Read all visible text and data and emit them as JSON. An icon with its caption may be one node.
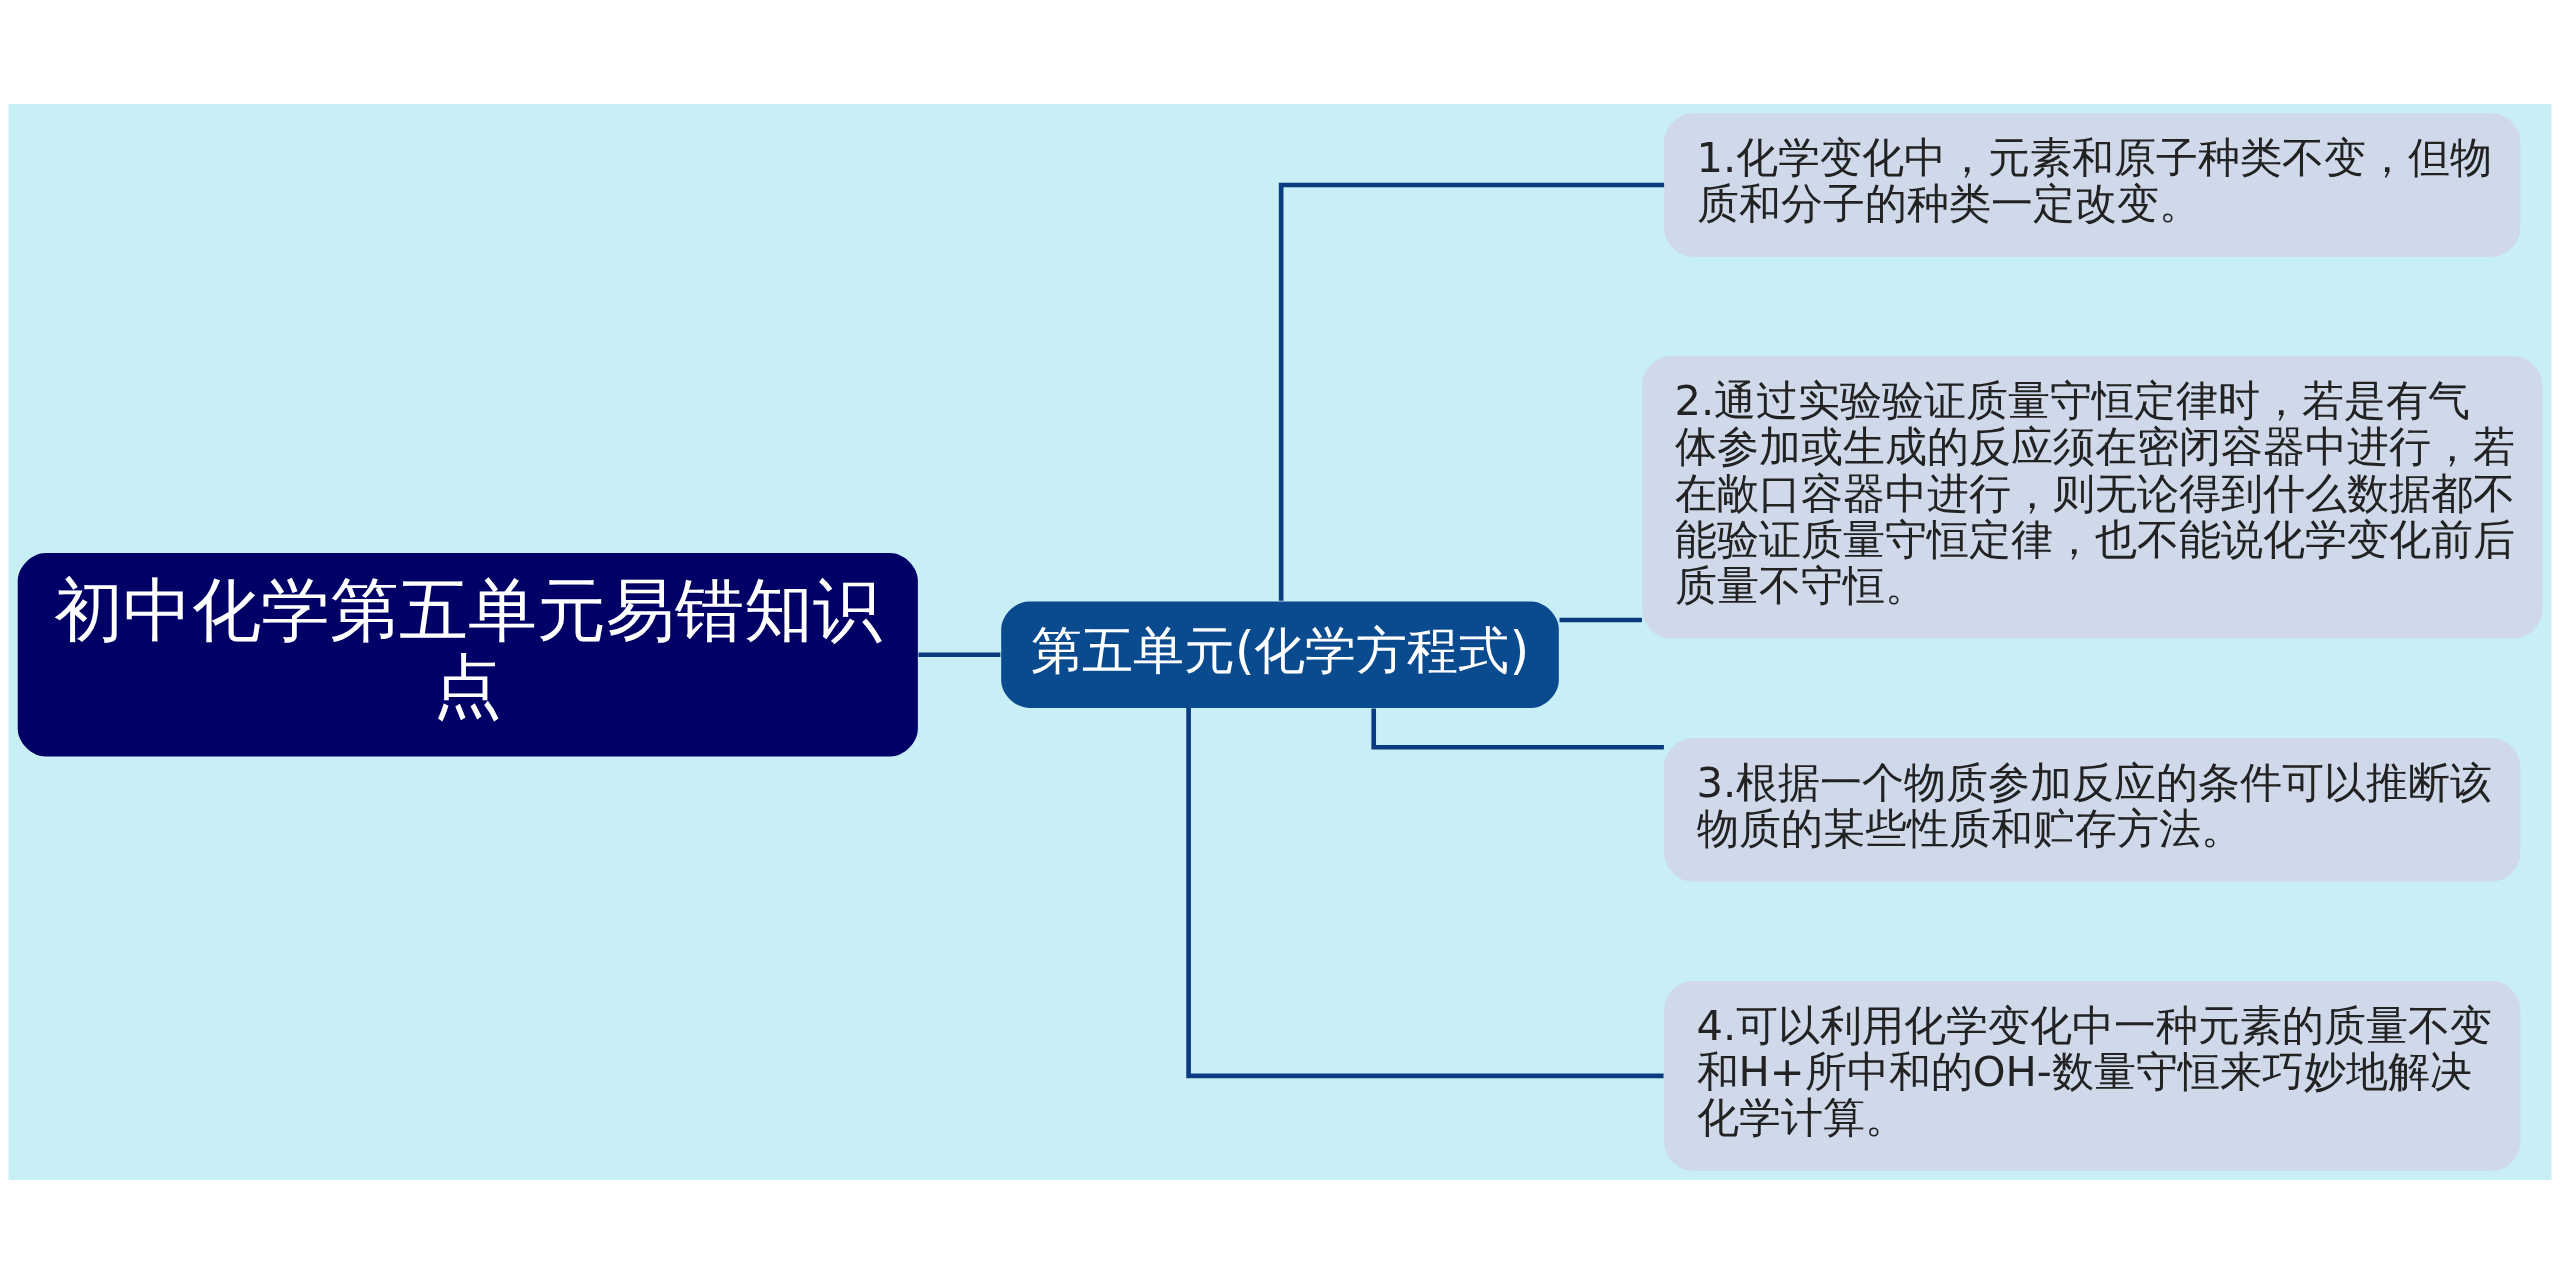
{
  "diagram": {
    "nodes": [
      {
        "text": [
          "初中化学第五单元易错知识点"
        ]
      },
      {
        "text": [
          "第五单元(化学方程式)"
        ]
      },
      {
        "text": [
          "1.化学变化中，元素和原子种类不变，但物质和分子的种类一定改变。"
        ]
      },
      {
        "text": [
          "2.通过实验验证质量守恒定律时，若是有气体参加或生成的反应须在密闭容器中进行，若在敞口容器中进行，则无论得到什么数据都不能验证质量守恒定律，也不能说化学变化前后质量不守恒。"
        ]
      },
      {
        "text": [
          "3.根据一个物质参加反应的条件可以推断该物质的某些性质和贮存方法。"
        ]
      },
      {
        "text": [
          "4.可以利用化学变化中一种元素的质量不变和H+所中和的OH-数量守恒来巧妙地解决化学计算。"
        ]
      }
    ],
    "edges": [
      {
        "from": 0,
        "to": 1,
        "arrow": "none"
      },
      {
        "from": 1,
        "to": 2,
        "arrow": "none"
      },
      {
        "from": 1,
        "to": 3,
        "arrow": "none"
      },
      {
        "from": 1,
        "to": 4,
        "arrow": "none"
      },
      {
        "from": 1,
        "to": 5,
        "arrow": "none"
      }
    ]
  }
}
